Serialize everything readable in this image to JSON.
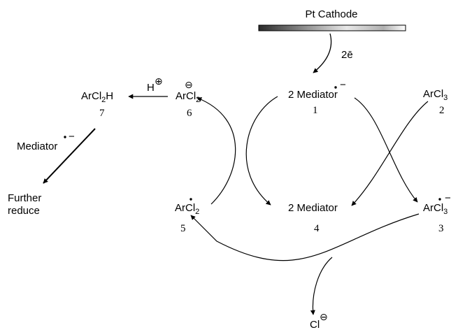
{
  "cathode": {
    "label": "Pt Cathode"
  },
  "electrons": {
    "label": "2ē"
  },
  "species": [
    {
      "id": "1",
      "coef": "2",
      "name": "Mediator",
      "number": "1",
      "radical_anion": true
    },
    {
      "id": "2",
      "name": "ArCl",
      "subscript": "3",
      "number": "2"
    },
    {
      "id": "3",
      "name": "ArCl",
      "subscript": "3",
      "number": "3",
      "radical_anion": true
    },
    {
      "id": "4",
      "coef": "2",
      "name": "Mediator",
      "number": "4"
    },
    {
      "id": "5",
      "name": "ArCl",
      "subscript": "2",
      "number": "5",
      "radical": true
    },
    {
      "id": "6",
      "name": "ArCl",
      "subscript": "2",
      "number": "6",
      "anion": true
    },
    {
      "id": "7",
      "name": "ArCl",
      "subscript": "2",
      "suffix": "H",
      "number": "7"
    }
  ],
  "reagents": {
    "proton": "H",
    "mediator": "Mediator",
    "further_line1": "Further",
    "further_line2": "reduce",
    "chloride": "Cl"
  },
  "charges": {
    "minus": "−",
    "plus": "⊕",
    "minus_circled": "⊖",
    "dot": "•"
  }
}
